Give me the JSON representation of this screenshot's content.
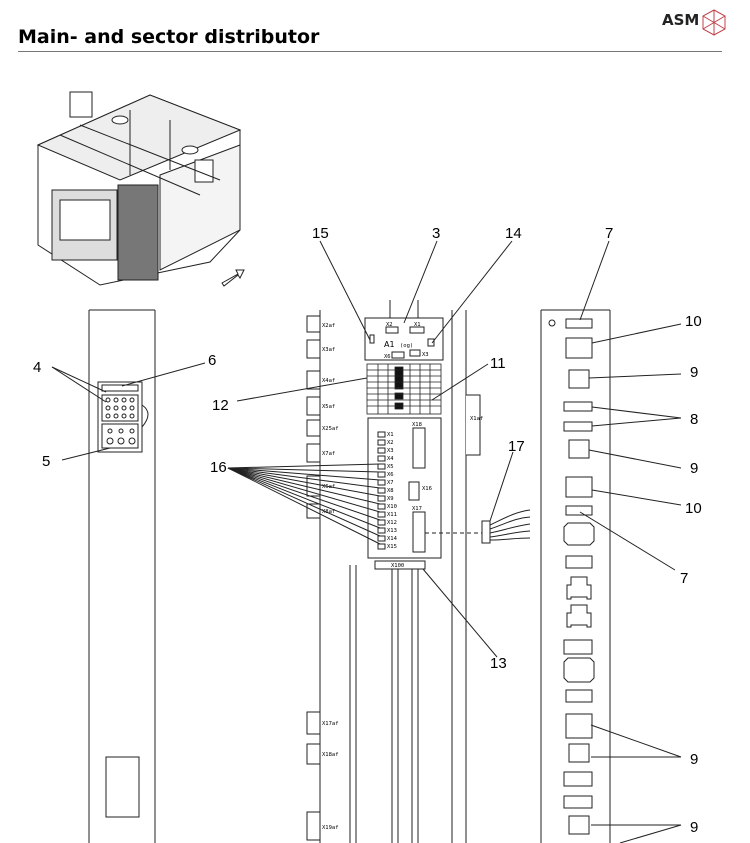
{
  "page": {
    "title": "Main- and sector distributor",
    "brand": "ASM"
  },
  "callouts": [
    "15",
    "3",
    "14",
    "7",
    "10",
    "4",
    "6",
    "12",
    "11",
    "9",
    "8",
    "5",
    "16",
    "17",
    "13"
  ],
  "connector_labels": {
    "left_column": [
      "X2af",
      "X3af",
      "X4af",
      "X5af",
      "X25af",
      "X7af",
      "X6af",
      "X8af",
      "X17af",
      "X18af",
      "X19af"
    ],
    "side": "X1af",
    "module_top": [
      "X2",
      "X1",
      "A1",
      "(og)",
      "X6",
      "X3"
    ],
    "module_mid": [
      "X18",
      "X1",
      "X2",
      "X3",
      "X4",
      "X5",
      "X6",
      "X7",
      "X8",
      "X9",
      "X10",
      "X11",
      "X12",
      "X13",
      "X14",
      "X15",
      "X16",
      "X17",
      "X100"
    ]
  }
}
